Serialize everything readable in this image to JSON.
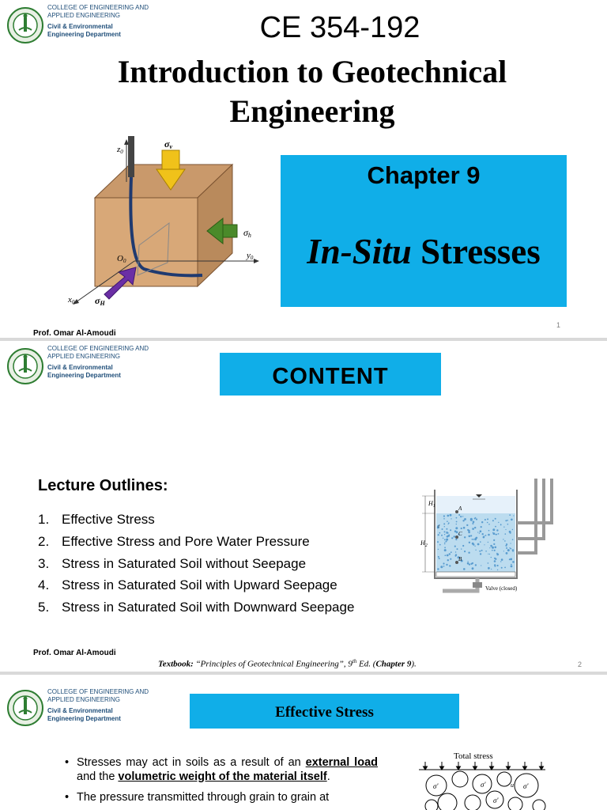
{
  "header": {
    "college_line1": "COLLEGE OF ENGINEERING AND",
    "college_line2": "APPLIED ENGINEERING",
    "dept_line1": "Civil & Environmental",
    "dept_line2": "Engineering Department"
  },
  "slide1": {
    "course_code": "CE 354-192",
    "title_line1": "Introduction to Geotechnical",
    "title_line2": "Engineering",
    "chapter": "Chapter 9",
    "topic_italic": "In-Situ",
    "topic_rest": "Stresses",
    "figure_labels": {
      "z": "z",
      "sigma_v": "σ",
      "sigma_v_sub": "v",
      "sigma_h": "σ",
      "sigma_h_sub": "h",
      "sigma_H": "σ",
      "sigma_H_sub": "H",
      "y": "y",
      "x": "x",
      "origin": "O",
      "zero_sub": "0"
    },
    "professor": "Prof. Omar Al-Amoudi",
    "page_number": "1"
  },
  "slide2": {
    "section_title": "CONTENT",
    "outlines_title": "Lecture Outlines:",
    "outlines": [
      {
        "num": "1.",
        "text": "Effective Stress"
      },
      {
        "num": "2.",
        "text": "Effective Stress and Pore Water Pressure"
      },
      {
        "num": "3.",
        "text": "Stress in Saturated Soil without Seepage"
      },
      {
        "num": "4.",
        "text": "Stress in Saturated Soil with Upward Seepage"
      },
      {
        "num": "5.",
        "text": "Stress in Saturated Soil with Downward Seepage"
      }
    ],
    "figure_labels": {
      "h1": "H",
      "h1_sub": "1",
      "h2": "H",
      "h2_sub": "2",
      "a": "A",
      "c": "C",
      "b": "B",
      "z": "z",
      "valve": "Valve (closed)"
    },
    "textbook_label": "Textbook:",
    "textbook_title": "“Principles of Geotechnical Engineering”, 9",
    "textbook_sup": "th",
    "textbook_ed": " Ed. (",
    "textbook_chapter": "Chapter 9",
    "textbook_end": ").",
    "professor": "Prof. Omar Al-Amoudi",
    "page_number": "2"
  },
  "slide3": {
    "section_title": "Effective Stress",
    "bullet1_a": "Stresses may act in soils as a result of an ",
    "bullet1_b": "external load",
    "bullet1_c": " and the ",
    "bullet1_d": "volumetric weight of the material itself",
    "bullet1_e": ".",
    "bullet2": "The pressure transmitted through grain to grain at",
    "figure_title": "Total stress",
    "figure_sigma": "σ'",
    "figure_u": "u"
  }
}
